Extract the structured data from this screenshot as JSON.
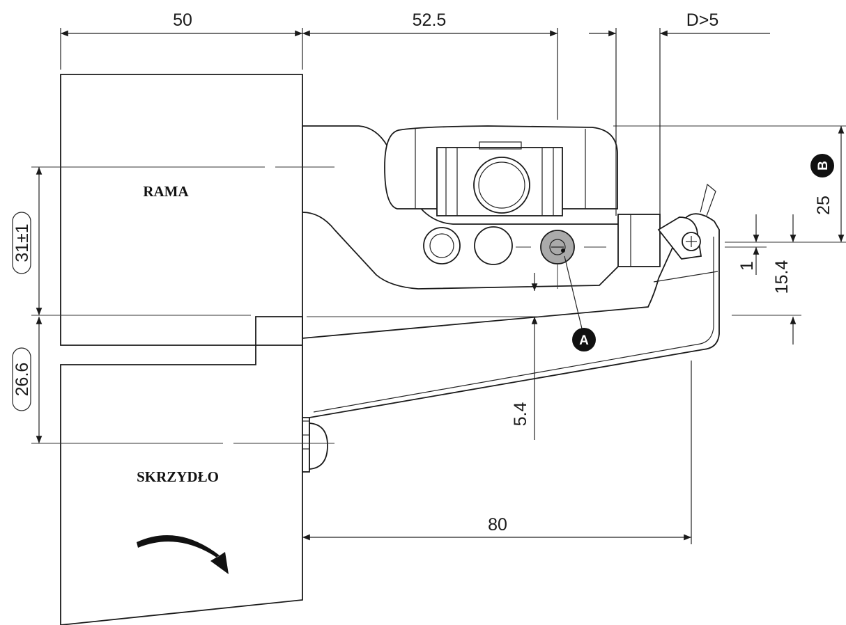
{
  "dimensions": {
    "frame_width": "50",
    "hinge_offset": "52.5",
    "gap": "D>5",
    "height_25": "25",
    "frame_overlap": "31±1",
    "sash_overlap": "26.6",
    "value_1": "1",
    "value_15_4": "15.4",
    "value_5_4": "5.4",
    "value_80": "80"
  },
  "labels": {
    "frame": "RAMA",
    "sash": "SKRZYDŁO"
  },
  "markers": {
    "a": "A",
    "b": "B"
  },
  "colors": {
    "line": "#1a1a1a",
    "marker_fill": "#111111",
    "pin_fill": "#aaaaaa"
  }
}
